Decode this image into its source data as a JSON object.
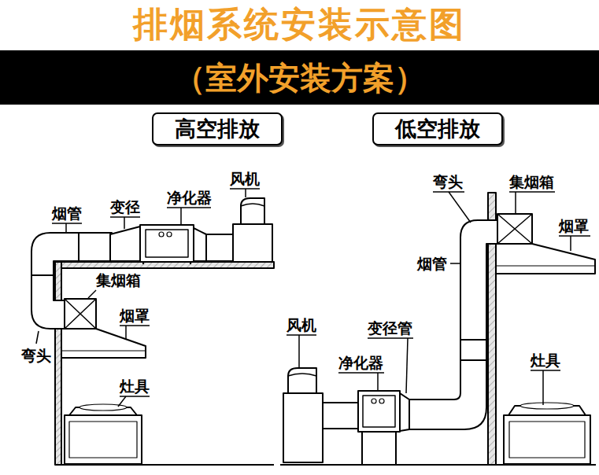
{
  "diagram": {
    "title": "排烟系统安装示意图",
    "nodes": [
      {
        "text": [
          "（室外安装方案）"
        ]
      },
      {
        "text": [
          "高空排放"
        ]
      },
      {
        "text": [
          "低空排放"
        ]
      }
    ],
    "labels": [
      "烟管",
      "变径",
      "净化器",
      "风机",
      "集烟箱",
      "烟罩",
      "弯头",
      "灶具",
      "弯头",
      "集烟箱",
      "烟罩",
      "烟管",
      "风机",
      "变径管",
      "净化器",
      "灶具"
    ]
  }
}
